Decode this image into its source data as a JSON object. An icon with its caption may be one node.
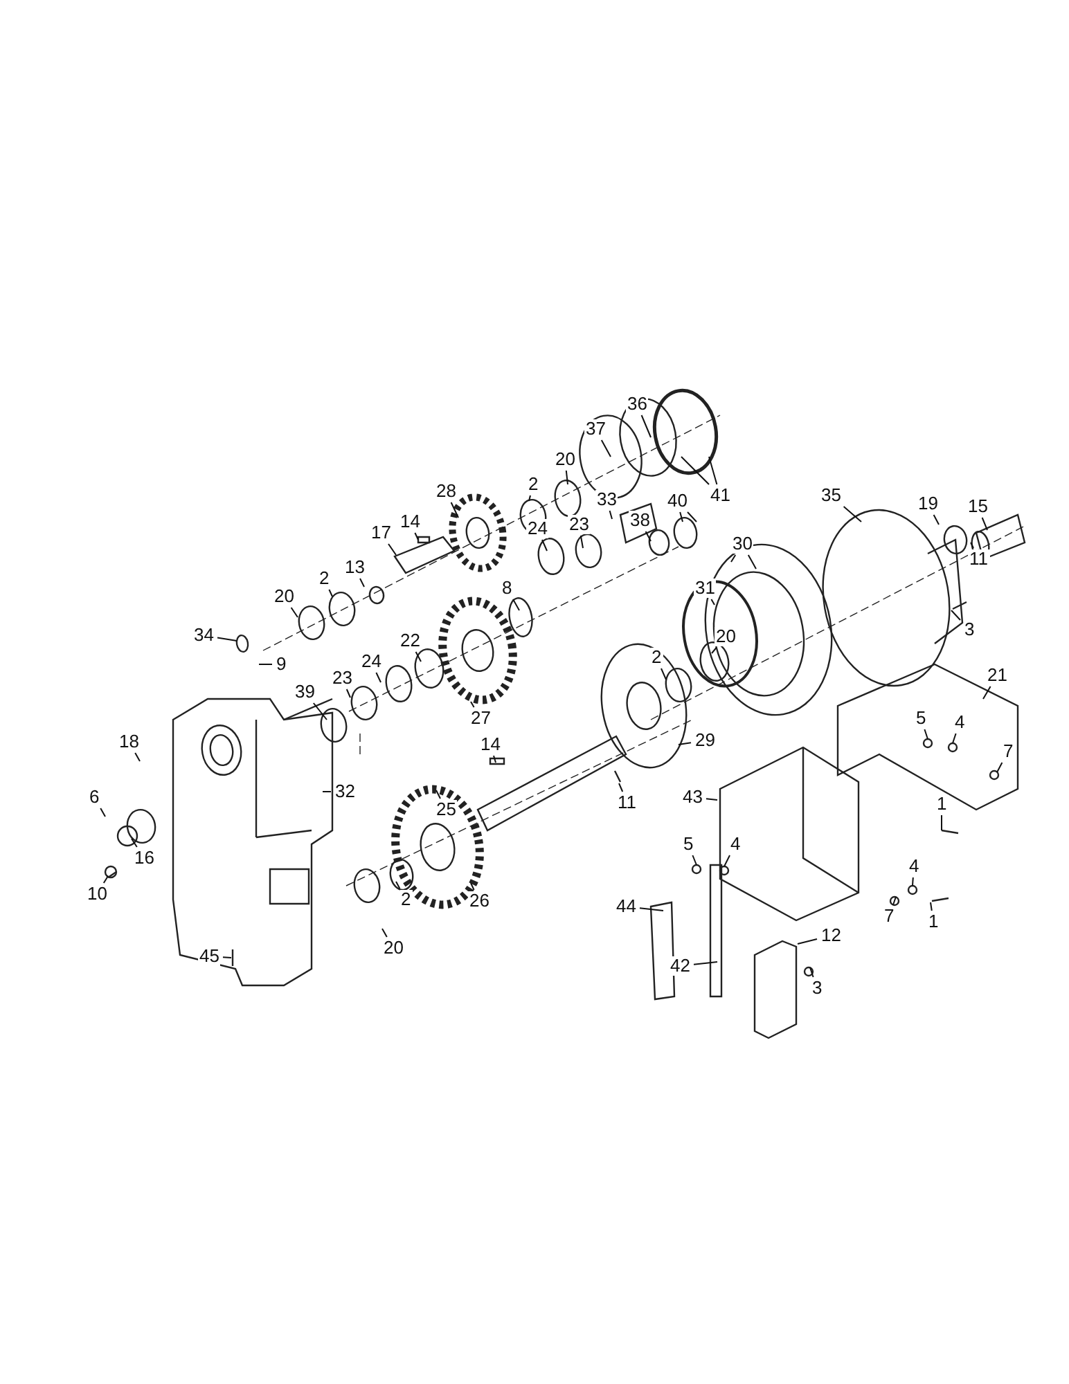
{
  "diagram": {
    "nodes": [
      {
        "text": [
          "36"
        ]
      },
      {
        "text": [
          "37"
        ]
      },
      {
        "text": [
          "20"
        ]
      },
      {
        "text": [
          "2"
        ]
      },
      {
        "text": [
          "41"
        ]
      },
      {
        "text": [
          "28"
        ]
      },
      {
        "text": [
          "35"
        ]
      },
      {
        "text": [
          "40"
        ]
      },
      {
        "text": [
          "33"
        ]
      },
      {
        "text": [
          "15"
        ]
      },
      {
        "text": [
          "19"
        ]
      },
      {
        "text": [
          "38"
        ]
      },
      {
        "text": [
          "14"
        ]
      },
      {
        "text": [
          "23"
        ]
      },
      {
        "text": [
          "24"
        ]
      },
      {
        "text": [
          "17"
        ]
      },
      {
        "text": [
          "30"
        ]
      },
      {
        "text": [
          "11"
        ]
      },
      {
        "text": [
          "13"
        ]
      },
      {
        "text": [
          "2"
        ]
      },
      {
        "text": [
          "8"
        ]
      },
      {
        "text": [
          "31"
        ]
      },
      {
        "text": [
          "20"
        ]
      },
      {
        "text": [
          "3"
        ]
      },
      {
        "text": [
          "20"
        ]
      },
      {
        "text": [
          "34"
        ]
      },
      {
        "text": [
          "22"
        ]
      },
      {
        "text": [
          "2"
        ]
      },
      {
        "text": [
          "9"
        ]
      },
      {
        "text": [
          "24"
        ]
      },
      {
        "text": [
          "21"
        ]
      },
      {
        "text": [
          "23"
        ]
      },
      {
        "text": [
          "39"
        ]
      },
      {
        "text": [
          "27"
        ]
      },
      {
        "text": [
          "5"
        ]
      },
      {
        "text": [
          "4"
        ]
      },
      {
        "text": [
          "29"
        ]
      },
      {
        "text": [
          "18"
        ]
      },
      {
        "text": [
          "14"
        ]
      },
      {
        "text": [
          "7"
        ]
      },
      {
        "text": [
          "32"
        ]
      },
      {
        "text": [
          "6"
        ]
      },
      {
        "text": [
          "43"
        ]
      },
      {
        "text": [
          "11"
        ]
      },
      {
        "text": [
          "1"
        ]
      },
      {
        "text": [
          "25"
        ]
      },
      {
        "text": [
          "5"
        ]
      },
      {
        "text": [
          "4"
        ]
      },
      {
        "text": [
          "16"
        ]
      },
      {
        "text": [
          "4"
        ]
      },
      {
        "text": [
          "10"
        ]
      },
      {
        "text": [
          "2"
        ]
      },
      {
        "text": [
          "26"
        ]
      },
      {
        "text": [
          "44"
        ]
      },
      {
        "text": [
          "7"
        ]
      },
      {
        "text": [
          "1"
        ]
      },
      {
        "text": [
          "12"
        ]
      },
      {
        "text": [
          "20"
        ]
      },
      {
        "text": [
          "45"
        ]
      },
      {
        "text": [
          "42"
        ]
      },
      {
        "text": [
          "3"
        ]
      }
    ],
    "edges": [
      {
        "from": 0,
        "to": null,
        "arrow": "none"
      },
      {
        "from": 1,
        "to": null,
        "arrow": "none"
      },
      {
        "from": 2,
        "to": null,
        "arrow": "none"
      },
      {
        "from": 3,
        "to": null,
        "arrow": "none"
      },
      {
        "from": 4,
        "to": null,
        "arrow": "none"
      },
      {
        "from": 4,
        "to": null,
        "arrow": "none"
      },
      {
        "from": 5,
        "to": null,
        "arrow": "none"
      },
      {
        "from": 6,
        "to": null,
        "arrow": "none"
      },
      {
        "from": 7,
        "to": null,
        "arrow": "none"
      },
      {
        "from": 7,
        "to": null,
        "arrow": "none"
      },
      {
        "from": 8,
        "to": null,
        "arrow": "none"
      },
      {
        "from": 9,
        "to": null,
        "arrow": "none"
      },
      {
        "from": 10,
        "to": null,
        "arrow": "none"
      },
      {
        "from": 11,
        "to": null,
        "arrow": "none"
      },
      {
        "from": 12,
        "to": null,
        "arrow": "none"
      },
      {
        "from": 13,
        "to": null,
        "arrow": "none"
      },
      {
        "from": 14,
        "to": null,
        "arrow": "none"
      },
      {
        "from": 15,
        "to": null,
        "arrow": "none"
      },
      {
        "from": 16,
        "to": null,
        "arrow": "none"
      },
      {
        "from": 16,
        "to": null,
        "arrow": "none"
      },
      {
        "from": 17,
        "to": null,
        "arrow": "none"
      },
      {
        "from": 18,
        "to": null,
        "arrow": "none"
      },
      {
        "from": 19,
        "to": null,
        "arrow": "none"
      },
      {
        "from": 20,
        "to": null,
        "arrow": "none"
      },
      {
        "from": 21,
        "to": null,
        "arrow": "none"
      },
      {
        "from": 22,
        "to": null,
        "arrow": "none"
      },
      {
        "from": 23,
        "to": null,
        "arrow": "none"
      },
      {
        "from": 24,
        "to": null,
        "arrow": "none"
      },
      {
        "from": 25,
        "to": null,
        "arrow": "none"
      },
      {
        "from": 26,
        "to": null,
        "arrow": "none"
      },
      {
        "from": 27,
        "to": null,
        "arrow": "none"
      },
      {
        "from": 28,
        "to": null,
        "arrow": "none"
      },
      {
        "from": 29,
        "to": null,
        "arrow": "none"
      },
      {
        "from": 30,
        "to": null,
        "arrow": "none"
      },
      {
        "from": 31,
        "to": null,
        "arrow": "none"
      },
      {
        "from": 32,
        "to": null,
        "arrow": "none"
      },
      {
        "from": 33,
        "to": null,
        "arrow": "none"
      },
      {
        "from": 34,
        "to": null,
        "arrow": "none"
      },
      {
        "from": 35,
        "to": null,
        "arrow": "none"
      },
      {
        "from": 36,
        "to": null,
        "arrow": "none"
      },
      {
        "from": 37,
        "to": null,
        "arrow": "none"
      },
      {
        "from": 38,
        "to": null,
        "arrow": "none"
      },
      {
        "from": 39,
        "to": null,
        "arrow": "none"
      },
      {
        "from": 40,
        "to": null,
        "arrow": "none"
      },
      {
        "from": 41,
        "to": null,
        "arrow": "none"
      },
      {
        "from": 42,
        "to": null,
        "arrow": "none"
      },
      {
        "from": 43,
        "to": null,
        "arrow": "none"
      },
      {
        "from": 44,
        "to": null,
        "arrow": "none"
      },
      {
        "from": 45,
        "to": null,
        "arrow": "none"
      },
      {
        "from": 46,
        "to": null,
        "arrow": "none"
      },
      {
        "from": 47,
        "to": null,
        "arrow": "none"
      },
      {
        "from": 48,
        "to": null,
        "arrow": "none"
      },
      {
        "from": 49,
        "to": null,
        "arrow": "none"
      },
      {
        "from": 50,
        "to": null,
        "arrow": "none"
      },
      {
        "from": 51,
        "to": null,
        "arrow": "none"
      },
      {
        "from": 52,
        "to": null,
        "arrow": "none"
      },
      {
        "from": 53,
        "to": null,
        "arrow": "none"
      },
      {
        "from": 54,
        "to": null,
        "arrow": "none"
      },
      {
        "from": 55,
        "to": null,
        "arrow": "none"
      },
      {
        "from": 56,
        "to": null,
        "arrow": "none"
      },
      {
        "from": 57,
        "to": null,
        "arrow": "none"
      },
      {
        "from": 58,
        "to": null,
        "arrow": "none"
      },
      {
        "from": 59,
        "to": null,
        "arrow": "none"
      },
      {
        "from": 60,
        "to": null,
        "arrow": "none"
      }
    ]
  }
}
